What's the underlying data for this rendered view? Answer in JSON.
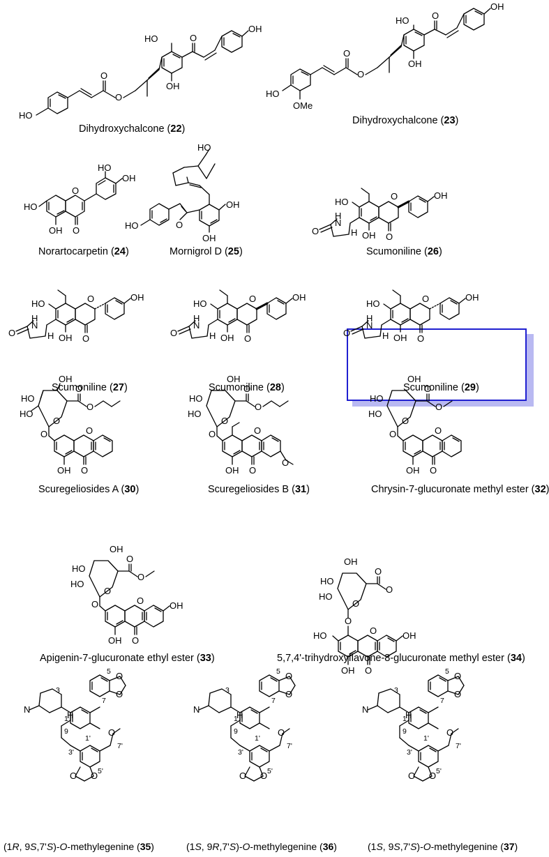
{
  "figure": {
    "highlight_color": "#1f1fd0",
    "highlight_shadow": "#b9b9f2",
    "highlighted_compound": "29",
    "compounds": [
      {
        "id": "c22",
        "name": "Dihydroxychalcone",
        "num": "22"
      },
      {
        "id": "c23",
        "name": "Dihydroxychalcone",
        "num": "23"
      },
      {
        "id": "c24",
        "name": "Norartocarpetin",
        "num": "24"
      },
      {
        "id": "c25",
        "name": "Mornigrol D",
        "num": "25"
      },
      {
        "id": "c26",
        "name": "Scumoniline",
        "num": "26"
      },
      {
        "id": "c27",
        "name": "Scumoniline",
        "num": "27"
      },
      {
        "id": "c28",
        "name": "Scumoniline",
        "num": "28"
      },
      {
        "id": "c29",
        "name": "Scumoniline",
        "num": "29"
      },
      {
        "id": "c30",
        "name": "Scuregeliosides A",
        "num": "30"
      },
      {
        "id": "c31",
        "name": "Scuregeliosides B",
        "num": "31"
      },
      {
        "id": "c32",
        "name": "Chrysin-7-glucuronate methyl ester",
        "num": "32"
      },
      {
        "id": "c33",
        "name": "Apigenin-7-glucuronate ethyl ester",
        "num": "33"
      },
      {
        "id": "c34",
        "name": "5,7,4'-trihydroxyflavone-8-glucuronate methyl ester",
        "num": "34"
      },
      {
        "id": "c35",
        "pre": "(1",
        "s1": "R",
        "m1": ", 9",
        "s2": "S",
        "m2": ",7'",
        "s3": "S",
        "m3": ")-",
        "s4": "O",
        "name": "-methylegenine",
        "num": "35"
      },
      {
        "id": "c36",
        "pre": "(1",
        "s1": "S",
        "m1": ", 9",
        "s2": "R",
        "m2": ",7'",
        "s3": "S",
        "m3": ")-",
        "s4": "O",
        "name": "-methylegenine",
        "num": "36"
      },
      {
        "id": "c37",
        "pre": "(1",
        "s1": "S",
        "m1": ", 9",
        "s2": "S",
        "m2": ",7'",
        "s3": "S",
        "m3": ")-",
        "s4": "O",
        "name": "-methylegenine",
        "num": "37"
      }
    ]
  },
  "atoms": {
    "oh": "OH",
    "ho": "HO",
    "o": "O",
    "ome": "OMe",
    "nh": "N",
    "h": "H",
    "n": "N",
    "num3": "3",
    "num5": "5",
    "num7": "7",
    "num1": "1",
    "num9": "9",
    "num1p": "1'",
    "num3p": "3'",
    "num5p": "5'",
    "num7p": "7'"
  }
}
